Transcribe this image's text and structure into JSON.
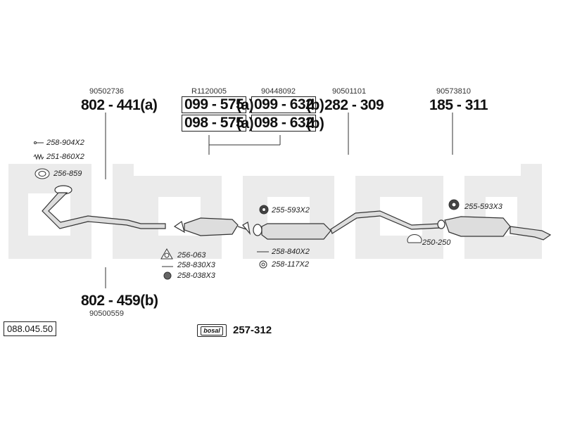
{
  "diagram_id": "088.045.50",
  "brand_logo_text": "bosal",
  "central_part": "257-312",
  "watermark": "bosal",
  "groups": {
    "front_pipe": {
      "ref": "90502736",
      "code": "802 - 441(a)"
    },
    "lower_pipe": {
      "ref": "90500559",
      "code": "802 - 459(b)"
    },
    "cat_ref": "R1120005",
    "cat_code_1": "099 - 575",
    "cat_code_2": "098 - 575",
    "cat_suffix": "(a)",
    "mid_ref": "90448092",
    "mid_code_1": "099 - 632",
    "mid_code_2": "098 - 632",
    "mid_suffix": "(b)",
    "center_silencer": {
      "ref": "90501101",
      "code": "282 - 309"
    },
    "rear_silencer": {
      "ref": "90573810",
      "code": "185 - 311"
    }
  },
  "small_parts": [
    "258-904X2",
    "251-860X2",
    "256-859",
    "256-063",
    "258-830X3",
    "258-038X3",
    "255-593X2",
    "258-840X2",
    "258-117X2",
    "255-593X3",
    "250-250"
  ],
  "colors": {
    "watermark": "#ebebeb",
    "line": "#333333",
    "part_fill": "#cfcfcf"
  }
}
